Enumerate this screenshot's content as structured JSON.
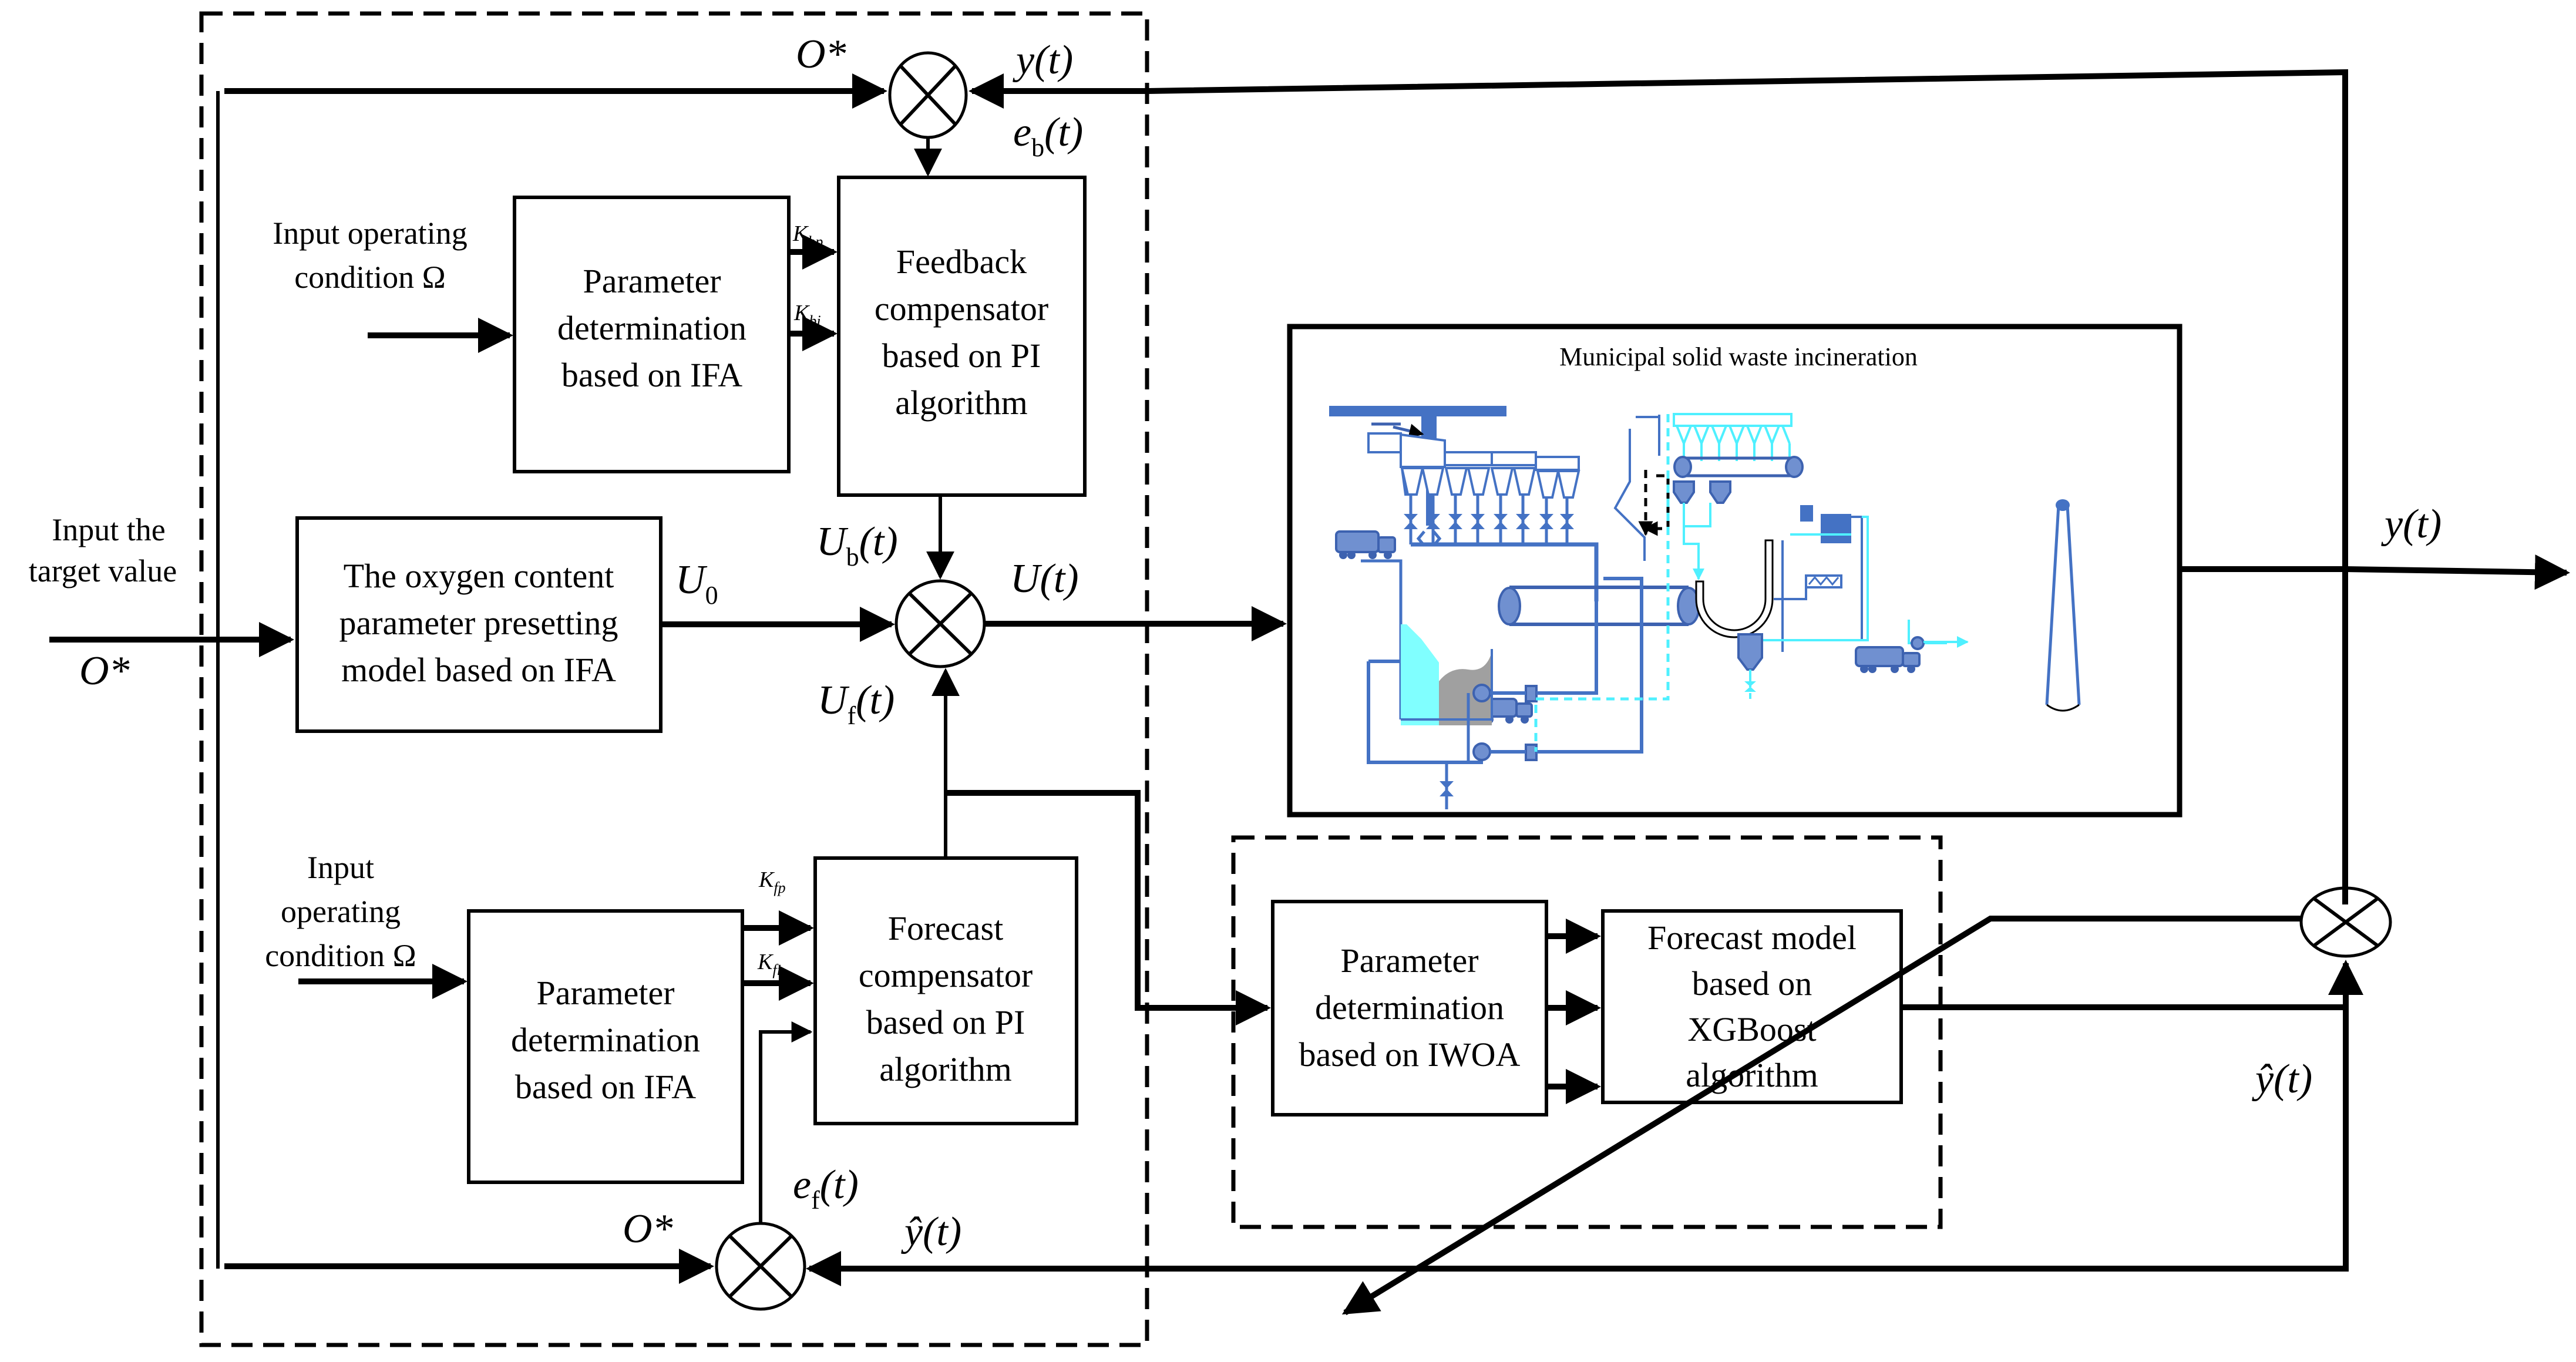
{
  "diagram": {
    "title": "Oxygen content control structure for municipal solid waste incineration",
    "blocks": {
      "param_ifa_top": [
        "Parameter",
        "determination",
        "based on IFA"
      ],
      "feedback_comp": [
        "Feedback",
        "compensator",
        "based on PI",
        "algorithm"
      ],
      "oxygen_preset": [
        "The oxygen content",
        "parameter presetting",
        "model based on IFA"
      ],
      "param_ifa_bottom": [
        "Parameter",
        "determination",
        "based on IFA"
      ],
      "forecast_comp": [
        "Forecast",
        "compensator",
        "based on PI",
        "algorithm"
      ],
      "param_iwoa": [
        "Parameter",
        "determination",
        "based on IWOA"
      ],
      "forecast_model": [
        "Forecast model",
        "based on",
        "XGBoost",
        "algorithm"
      ],
      "process": {
        "title": "Municipal solid waste incineration"
      }
    },
    "labels": {
      "input_target": [
        "Input the",
        "target value"
      ],
      "input_op_top": [
        "Input operating",
        "condition Ω"
      ],
      "input_op_bottom": [
        "Input",
        "operating",
        "condition Ω"
      ],
      "o_star": "O*",
      "o_star_input": "O*",
      "o_star_bottom": "O*",
      "y_t_top": "y(t)",
      "y_t_output": "y(t)",
      "eb": {
        "main": "e",
        "sub": "b",
        "tail": "(t)"
      },
      "ef": {
        "main": "e",
        "sub": "f",
        "tail": "(t)"
      },
      "ub": {
        "main": "U",
        "sub": "b",
        "tail": "(t)"
      },
      "uf": {
        "main": "U",
        "sub": "f",
        "tail": "(t)"
      },
      "u0": {
        "main": "U",
        "sub": "0"
      },
      "u_t": "U(t)",
      "yhat_bottom": "ŷ(t)",
      "yhat_right": "ŷ(t)",
      "kbp": {
        "main": "K",
        "sub": "bp"
      },
      "kbi": {
        "main": "K",
        "sub": "bi"
      },
      "kfp": {
        "main": "K",
        "sub": "fp"
      },
      "kfi": {
        "main": "K",
        "sub": "fi"
      }
    },
    "summing_junctions": [
      "sum-feedback-error",
      "sum-control-output",
      "sum-forecast-error",
      "sum-model-error"
    ],
    "colors": {
      "process_blue": "#4472c4",
      "process_light_blue": "#7090d0",
      "process_cyan": "#4ff0ff",
      "water_cyan": "#80ffff",
      "ash_gray": "#a0a0a0"
    }
  }
}
